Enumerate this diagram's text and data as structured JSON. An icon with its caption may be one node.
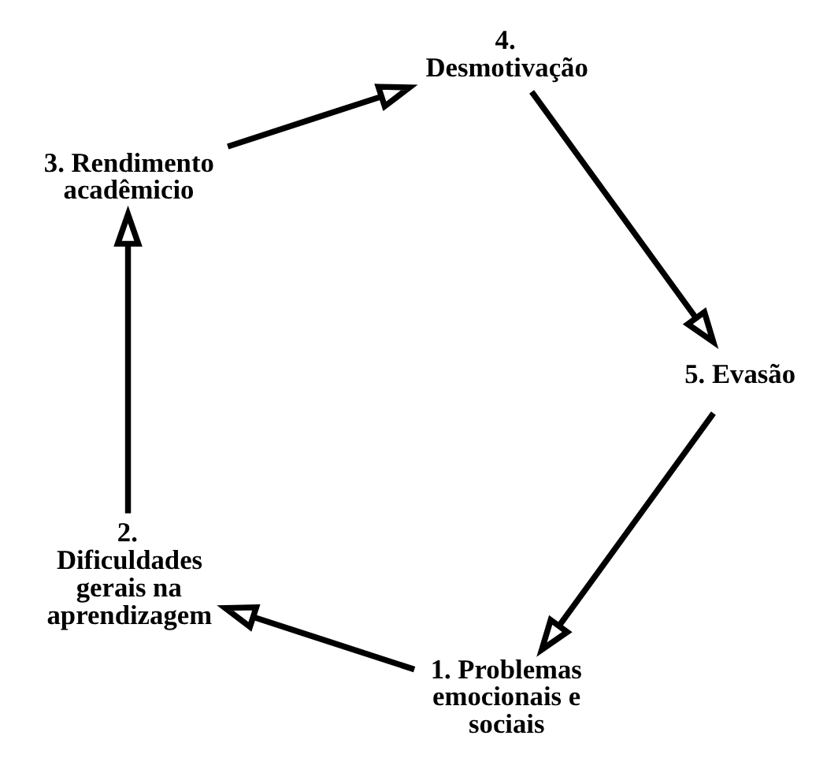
{
  "diagram": {
    "nodes": [
      {
        "text": [
          "1. Problemas emocionais e sociais"
        ]
      },
      {
        "text": [
          "2. Dificuldades gerais na aprendizagem"
        ]
      },
      {
        "text": [
          "3. Rendimento acadêmicio"
        ]
      },
      {
        "text": [
          "4. Desmotivação"
        ]
      },
      {
        "text": [
          "5. Evasão"
        ]
      }
    ],
    "edges": [
      {
        "from": 4,
        "to": 0,
        "arrow": "to"
      },
      {
        "from": 0,
        "to": 1,
        "arrow": "to"
      },
      {
        "from": 1,
        "to": 2,
        "arrow": "to"
      },
      {
        "from": 2,
        "to": 3,
        "arrow": "to"
      },
      {
        "from": 3,
        "to": 4,
        "arrow": "to"
      }
    ]
  }
}
